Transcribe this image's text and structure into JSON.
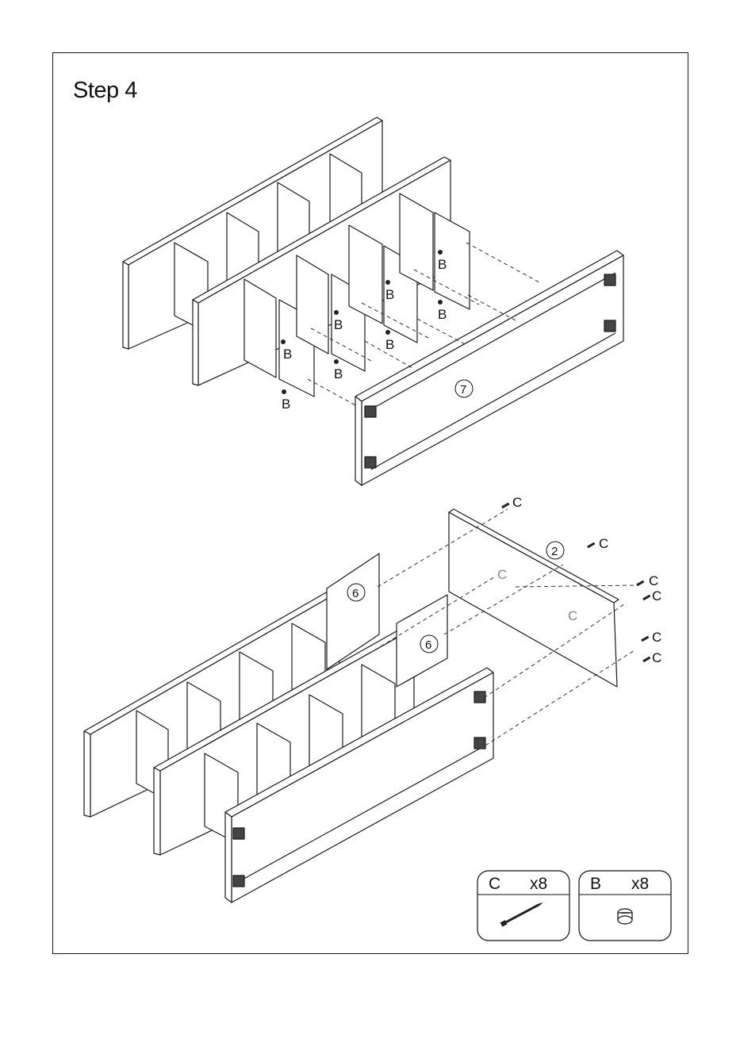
{
  "page": {
    "title": "Step 4"
  },
  "parts": {
    "back_panel": "7",
    "top_panel": "2",
    "divider_panel": "6"
  },
  "hardware_labels": {
    "cam_lock": "B",
    "screw": "C"
  },
  "legend": [
    {
      "letter": "C",
      "quantity": "x8",
      "icon": "screw-icon"
    },
    {
      "letter": "B",
      "quantity": "x8",
      "icon": "cam-lock-icon"
    }
  ]
}
